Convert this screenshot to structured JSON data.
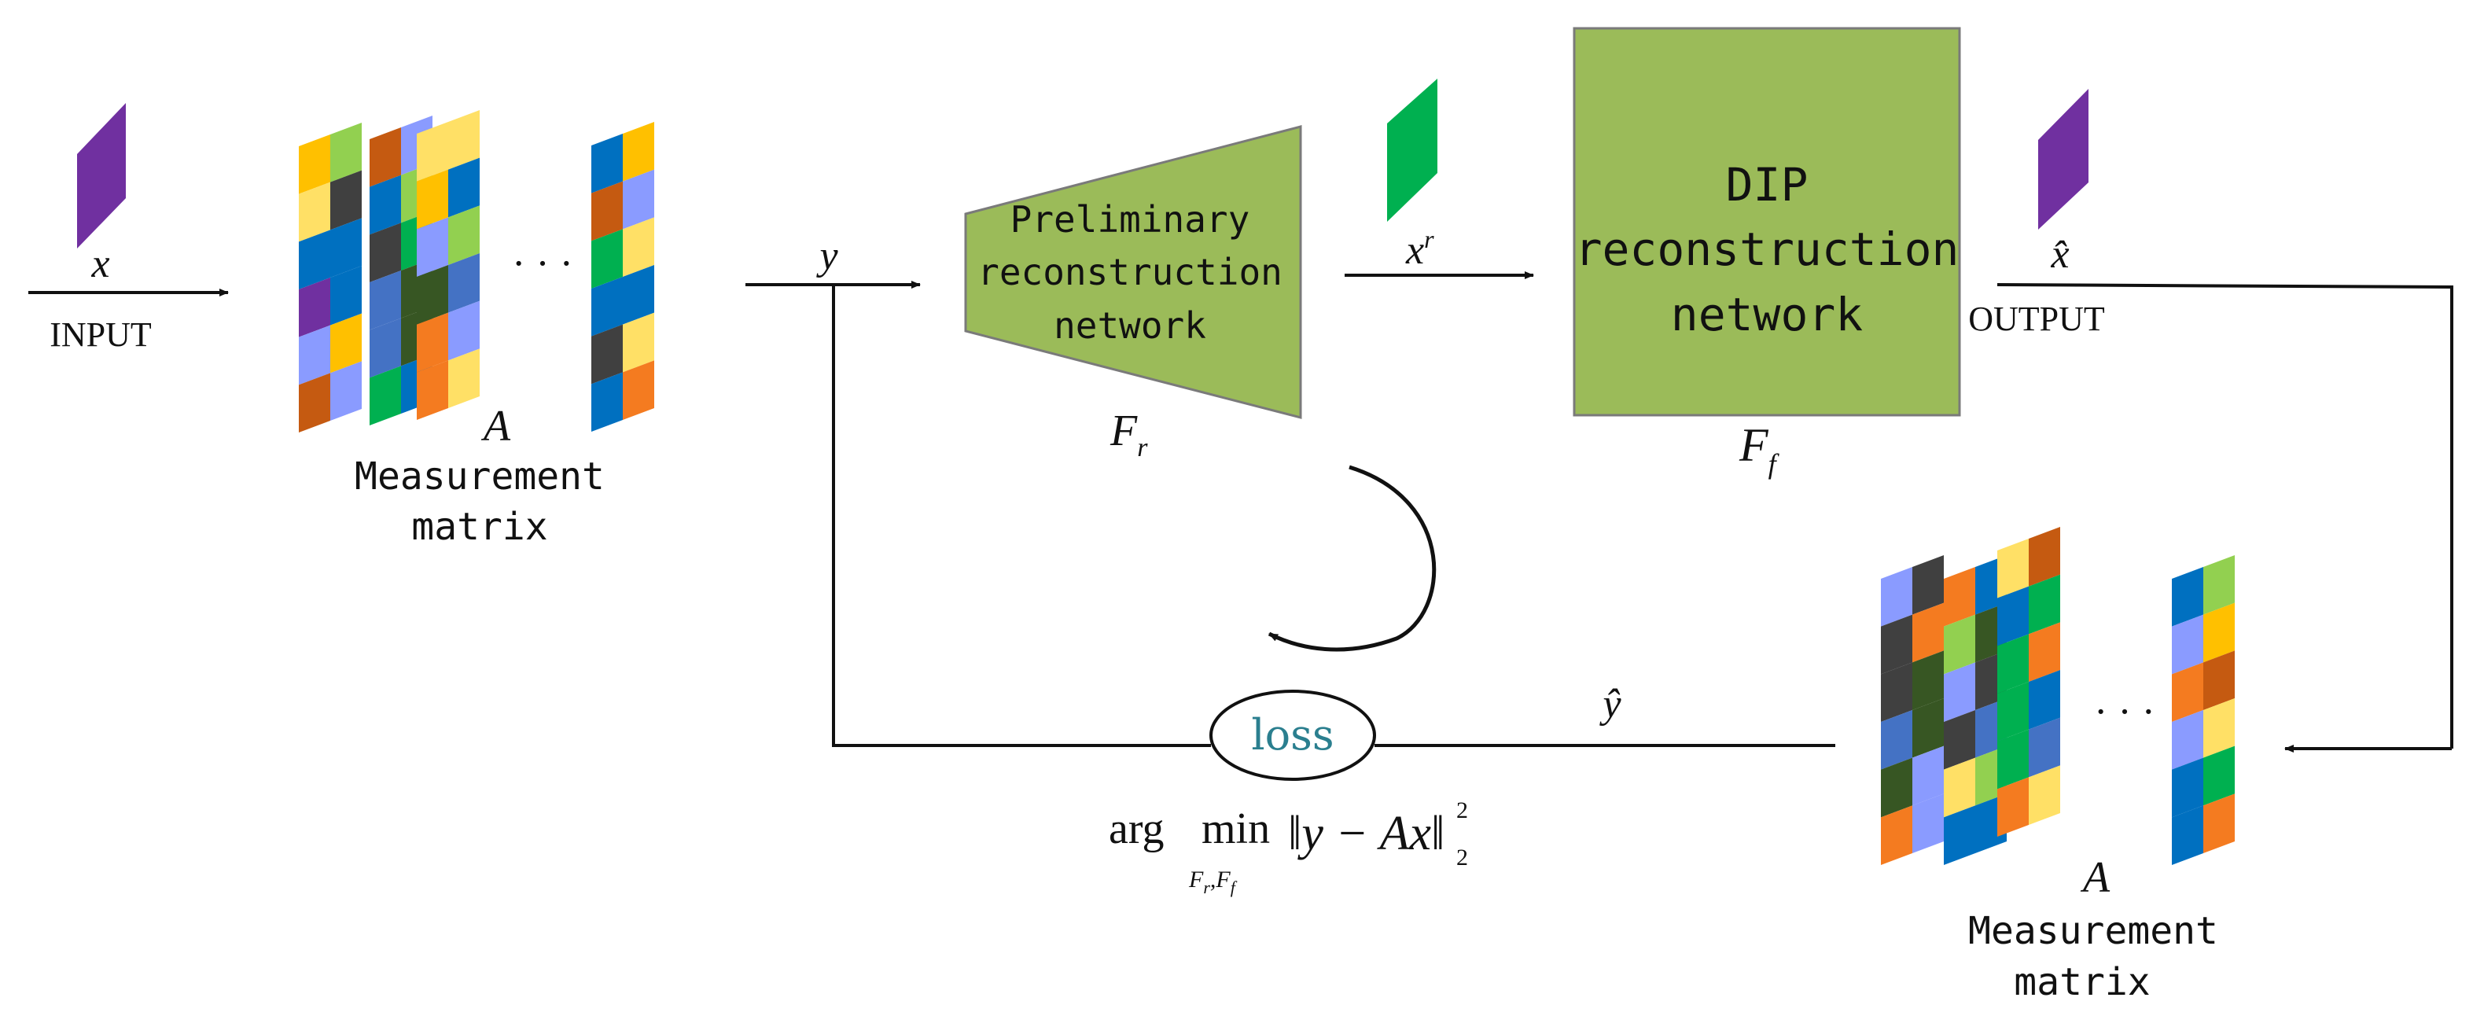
{
  "labels": {
    "x": "x",
    "input": "INPUT",
    "A_top": "A",
    "measurement_top": "Measurement",
    "matrix_top": "matrix",
    "dots_top": "· · ·",
    "y": "y",
    "prelim_line1": "Preliminary",
    "prelim_line2": "reconstruction",
    "prelim_line3": "network",
    "Fr_main": "F",
    "Fr_sub": "r",
    "xr_main": "x",
    "xr_sup": "r",
    "dip_line1": "DIP",
    "dip_line2": "reconstruction",
    "dip_line3": "network",
    "Ff_main": "F",
    "Ff_sub": "f",
    "xhat": "x̂",
    "output": "OUTPUT",
    "yhat": "ŷ",
    "loss": "loss",
    "A_bottom": "A",
    "measurement_bottom": "Measurement",
    "matrix_bottom": "matrix",
    "dots_bottom": "· · ·",
    "formula_arg": "arg",
    "formula_min": "min",
    "formula_sub": "F",
    "formula_sub_r": "r",
    "formula_sub_comma": ",",
    "formula_sub_f": "f",
    "formula_body": "‖y − Ax‖",
    "formula_exp": "2",
    "formula_low": "2"
  },
  "colors": {
    "purple": "#7030a0",
    "network_green": "#9bbb59",
    "network_border": "#7a7a7a",
    "xr_green": "#00b050",
    "loss_text": "#2b7f8f"
  },
  "matrix_palette": [
    "#7030a0",
    "#0070c0",
    "#00b050",
    "#92d050",
    "#ffe066",
    "#375623",
    "#404040",
    "#f47b20",
    "#c55a11",
    "#4472c4",
    "#8a9bff",
    "#ffc000"
  ]
}
